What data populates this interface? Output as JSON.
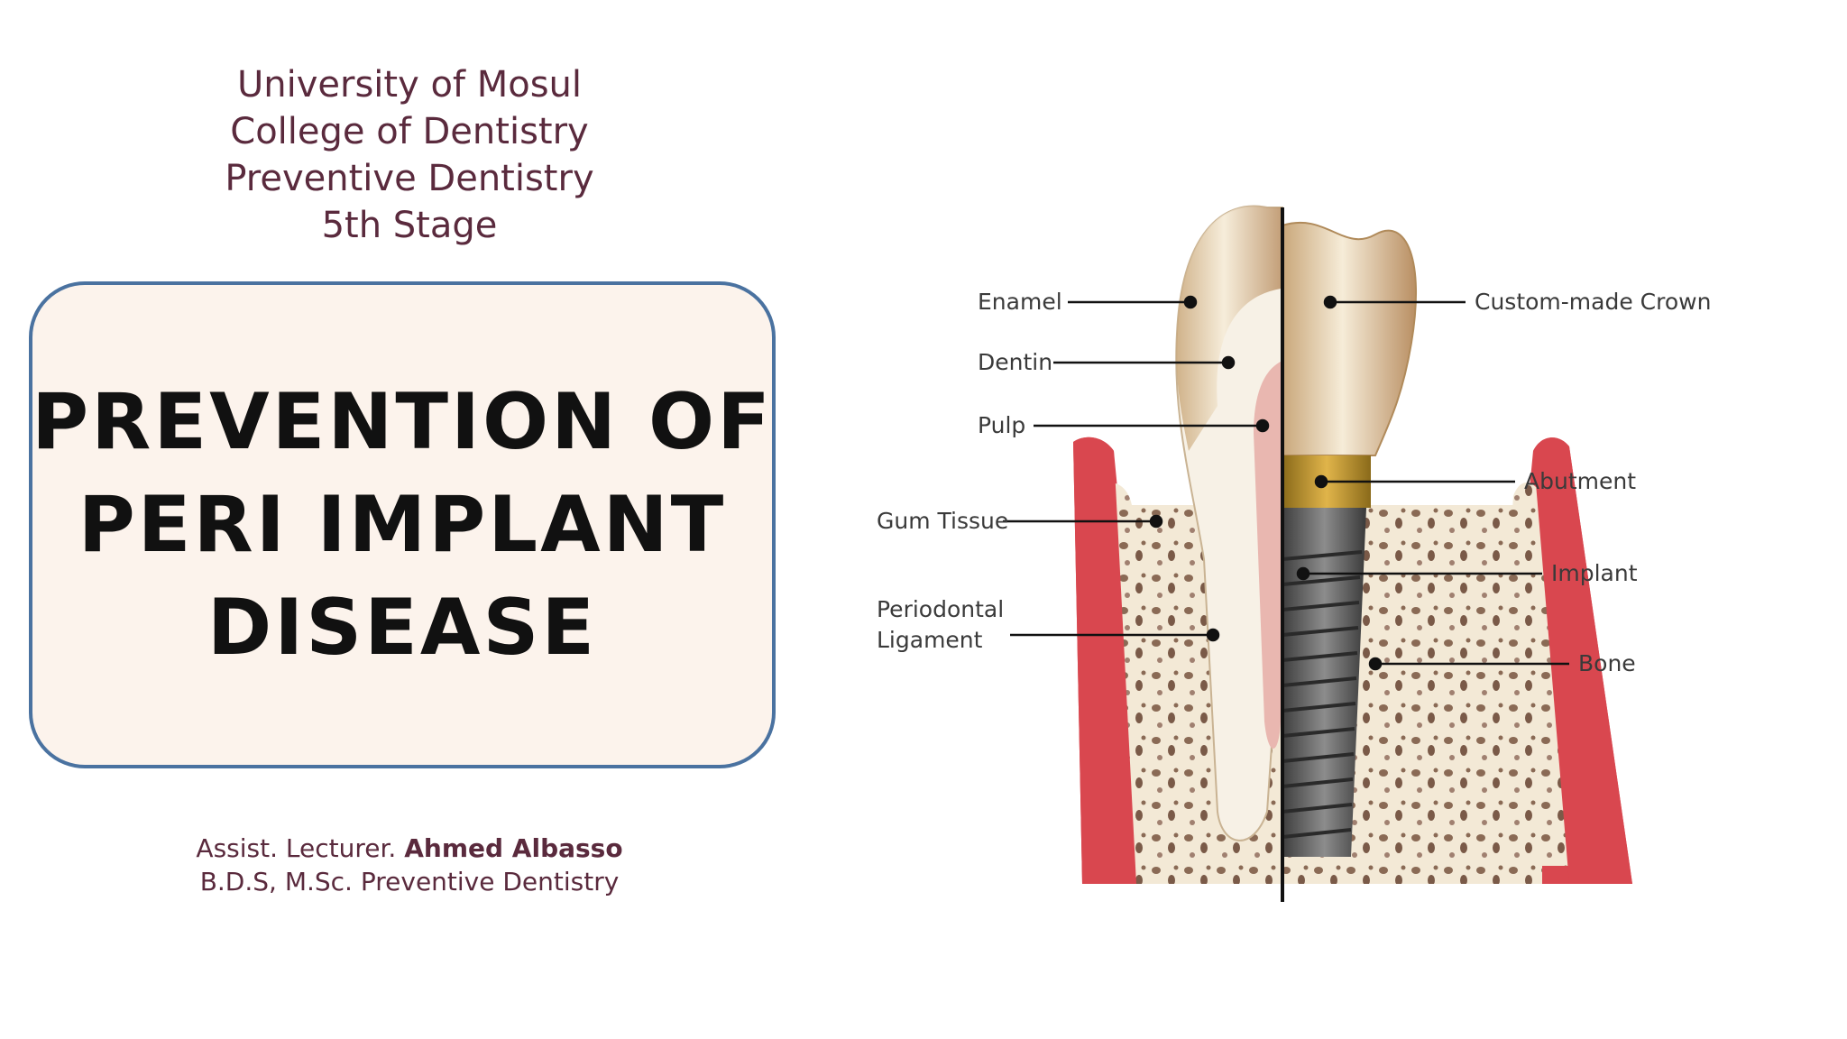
{
  "header": {
    "university": "University of Mosul",
    "college": "College of Dentistry",
    "department": "Preventive Dentistry",
    "stage": "5th Stage"
  },
  "title": {
    "line1": "PREVENTION OF",
    "line2": "PERI IMPLANT",
    "line3": "DISEASE"
  },
  "author": {
    "prefix": "Assist. Lecturer.",
    "name": "Ahmed Albasso",
    "credentials": "B.D.S, M.Sc. Preventive Dentistry"
  },
  "diagram": {
    "labels": {
      "enamel": "Enamel",
      "dentin": "Dentin",
      "pulp": "Pulp",
      "gum_tissue": "Gum Tissue",
      "periodontal_1": "Periodontal",
      "periodontal_2": "Ligament",
      "crown": "Custom-made Crown",
      "abutment": "Abutment",
      "implant": "Implant",
      "bone": "Bone"
    }
  },
  "colors": {
    "header_text": "#5a2a3d",
    "box_fill": "#fcf3ec",
    "box_border": "#4a72a0",
    "gum": "#d9474f",
    "bone": "#f3e9d6"
  }
}
